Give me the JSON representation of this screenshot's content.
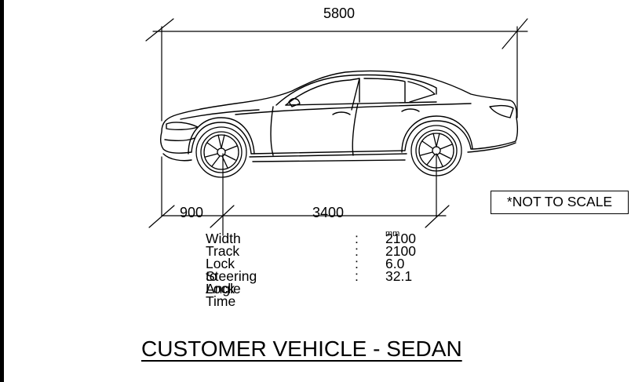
{
  "dimensions": {
    "overall_length": "5800",
    "front_overhang": "900",
    "wheelbase": "3400"
  },
  "note": "*NOT TO SCALE",
  "specs": {
    "unit": "mm",
    "rows": [
      {
        "label": "Width",
        "sep": ":",
        "value": "2100"
      },
      {
        "label": "Track",
        "sep": ":",
        "value": "2100"
      },
      {
        "label": "Lock to Lock Time",
        "sep": ":",
        "value": "6.0"
      },
      {
        "label": "Steering Angle",
        "sep": ":",
        "value": "32.1"
      }
    ]
  },
  "title": "CUSTOMER VEHICLE - SEDAN"
}
